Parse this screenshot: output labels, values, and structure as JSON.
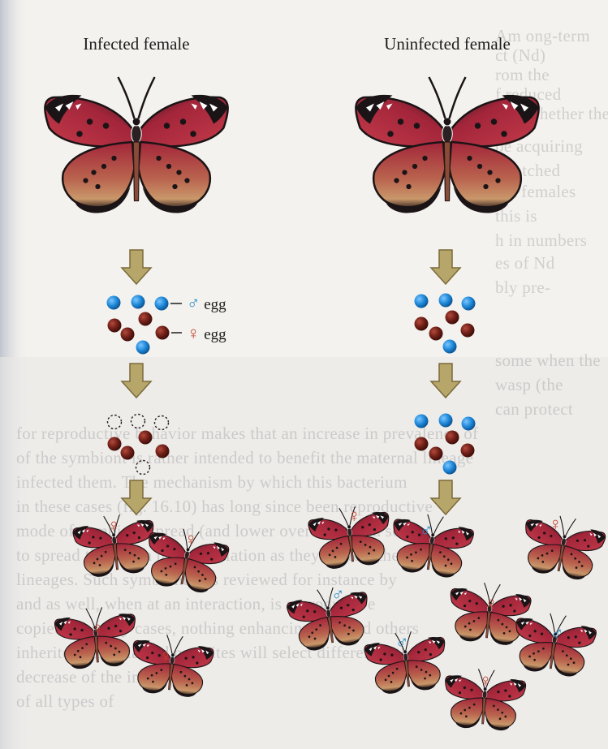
{
  "columns": {
    "infected": {
      "title": "Infected female"
    },
    "uninfected": {
      "title": "Uninfected female"
    }
  },
  "legend": {
    "male_egg_label": "egg",
    "female_egg_label": "egg",
    "male_symbol": "♂",
    "female_symbol": "♀"
  },
  "symbols": {
    "male": "♂",
    "female": "♀"
  },
  "colors": {
    "male_egg": "#1e88d8",
    "female_egg": "#6e1f17",
    "male_symbol": "#2d8fc9",
    "female_symbol": "#c2452f",
    "arrow": "#b7a66a",
    "wing_red": "#a3253a",
    "wing_black": "#1b1416",
    "wing_tan": "#c9976a"
  },
  "background_text": [
    "Am ong-term",
    "ct (Nd)",
    "rom the",
    "f reduced",
    "into whether these",
    "be acquiring",
    "r hatched",
    "hat females",
    "this is",
    "h in numbers",
    "es of Nd",
    "bly pre-",
    "some when the",
    "wasp (the",
    "can protect",
    "for reproductive behavior makes that an increase in prevalence of",
    "of the symbiont is rather intended to benefit the maternal lineage",
    "infected them. The mechanism by which this bacterium",
    "in these cases (fig. 16.10) has long since been reproductive",
    "mode of symbiont spread (and lower over time, and so the",
    "to spread through a host population as they protect the",
    "lineages. Such symbionts, as reviewed for instance by",
    "and as well, when at an interaction, is reproductive",
    "copied. In many cases, nothing enhancing this and others",
    "inherited bacteria and parasites will select differently then",
    "decrease of the infection",
    "of all types of"
  ]
}
